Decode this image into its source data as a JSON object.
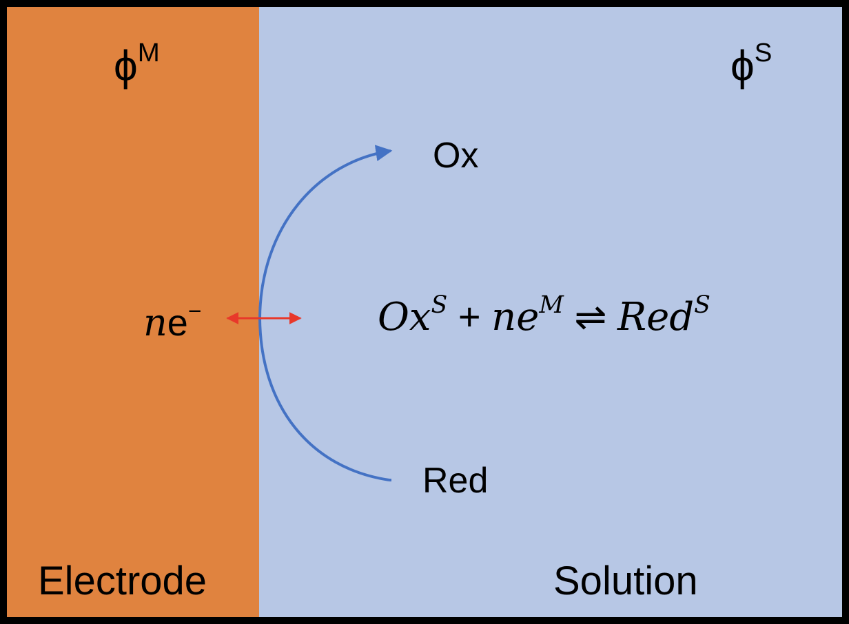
{
  "regions": {
    "electrode": {
      "label": "Electrode",
      "potential_symbol": "ϕ",
      "potential_sup": "M",
      "color": "#E0833F"
    },
    "solution": {
      "label": "Solution",
      "potential_symbol": "ϕ",
      "potential_sup": "S",
      "color": "#B7C7E5"
    }
  },
  "species": {
    "ox": "Ox",
    "red": "Red"
  },
  "electrons": {
    "coef": "n",
    "base": "e",
    "sup": "−"
  },
  "equation": {
    "ox": "Ox",
    "ox_sup": "S",
    "plus": " + ",
    "ne": "ne",
    "ne_sup": "M",
    "arrow": " ⇌ ",
    "red": "Red",
    "red_sup": "S"
  },
  "colors": {
    "reaction_arc": "#4472C4",
    "electron_arrow": "#E8382A"
  }
}
